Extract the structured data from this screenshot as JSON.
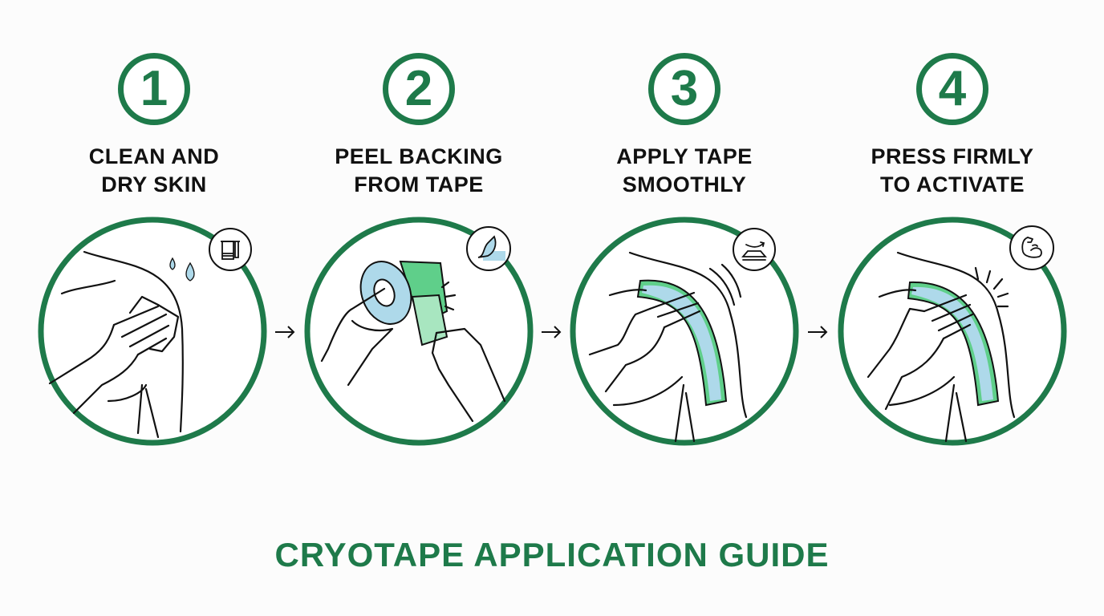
{
  "guide_title": "CRYOTAPE APPLICATION GUIDE",
  "colors": {
    "accent_green": "#1e7a4a",
    "tape_green": "#5fcf8a",
    "tape_blue": "#aed9ea",
    "text": "#111111",
    "background": "#fcfcfc"
  },
  "steps": [
    {
      "number": "1",
      "title": "CLEAN AND\nDRY SKIN",
      "badge_icon": "towel-icon",
      "illustration": "hand-wiping-shoulder-with-cloth-water-drops"
    },
    {
      "number": "2",
      "title": "PEEL BACKING\nFROM TAPE",
      "badge_icon": "peel-backing-icon",
      "illustration": "hands-peeling-tape-from-roll"
    },
    {
      "number": "3",
      "title": "APPLY TAPE\nSMOOTHLY",
      "badge_icon": "smooth-surface-icon",
      "illustration": "hand-applying-tape-on-shoulder"
    },
    {
      "number": "4",
      "title": "PRESS FIRMLY\nTO ACTIVATE",
      "badge_icon": "flexed-bicep-icon",
      "illustration": "hand-pressing-tape-on-shoulder"
    }
  ],
  "arrows": [
    "→",
    "→",
    "→"
  ]
}
